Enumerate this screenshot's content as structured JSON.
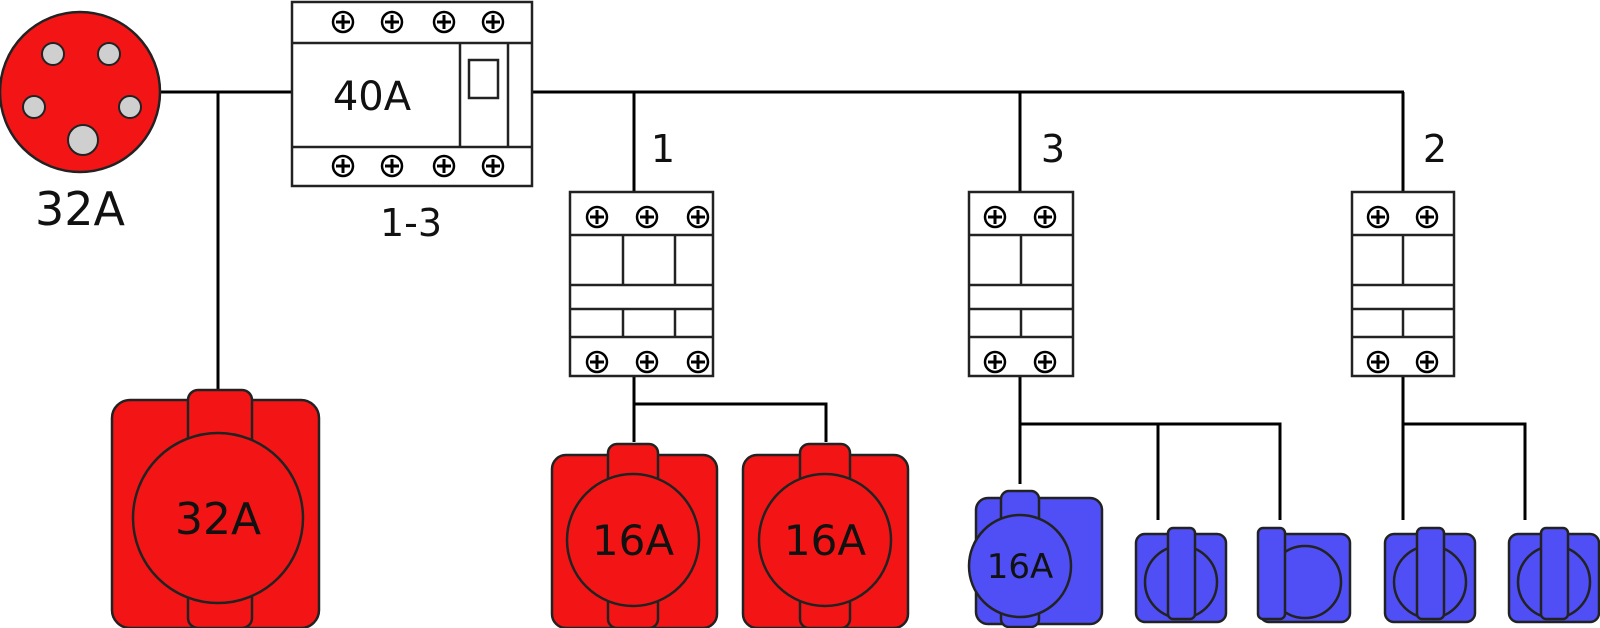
{
  "colors": {
    "red": "#f31515",
    "blue": "#4f4ff5",
    "pin": "#cfcfcf",
    "line": "#000000"
  },
  "inlet": {
    "rating": "32A",
    "pins": 5
  },
  "main_breaker": {
    "rating": "40A",
    "caption": "1-3",
    "poles": 4
  },
  "circuits": [
    {
      "id": "1",
      "poles": 3
    },
    {
      "id": "3",
      "poles": 2
    },
    {
      "id": "2",
      "poles": 2
    }
  ],
  "outlets": {
    "direct_32a": {
      "rating": "32A",
      "type": "cee-red"
    },
    "circuit1": [
      {
        "rating": "16A",
        "type": "cee-red"
      },
      {
        "rating": "16A",
        "type": "cee-red"
      }
    ],
    "circuit3": [
      {
        "rating": "16A",
        "type": "cee-blue"
      },
      {
        "rating": "",
        "type": "schuko-blue"
      },
      {
        "rating": "",
        "type": "schuko-blue"
      }
    ],
    "circuit2": [
      {
        "rating": "",
        "type": "schuko-blue"
      },
      {
        "rating": "",
        "type": "schuko-blue"
      }
    ]
  }
}
